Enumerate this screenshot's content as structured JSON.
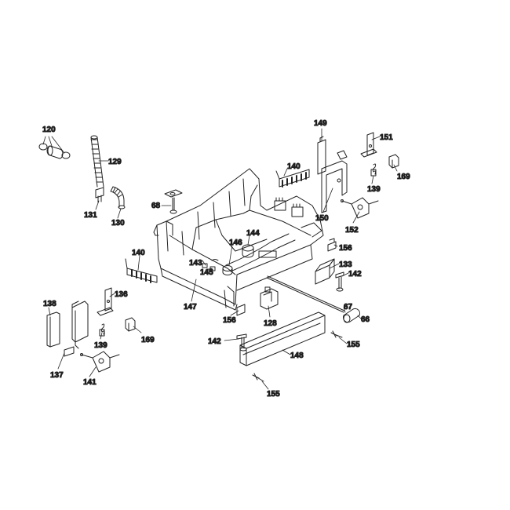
{
  "diagram": {
    "labels": {
      "p120": "120",
      "p129": "129",
      "p131": "131",
      "p130": "130",
      "p68": "68",
      "p140a": "140",
      "p140b": "140",
      "p149": "149",
      "p151": "151",
      "p169a": "169",
      "p139a": "139",
      "p150": "150",
      "p152": "152",
      "p144": "144",
      "p146": "146",
      "p143": "143",
      "p145": "145",
      "p156a": "156",
      "p133": "133",
      "p142a": "142",
      "p147": "147",
      "p138": "138",
      "p136": "136",
      "p139b": "139",
      "p169b": "169",
      "p137": "137",
      "p141": "141",
      "p156b": "156",
      "p128": "128",
      "p67": "67",
      "p66": "66",
      "p142b": "142",
      "p155a": "155",
      "p148": "148",
      "p155b": "155"
    }
  }
}
